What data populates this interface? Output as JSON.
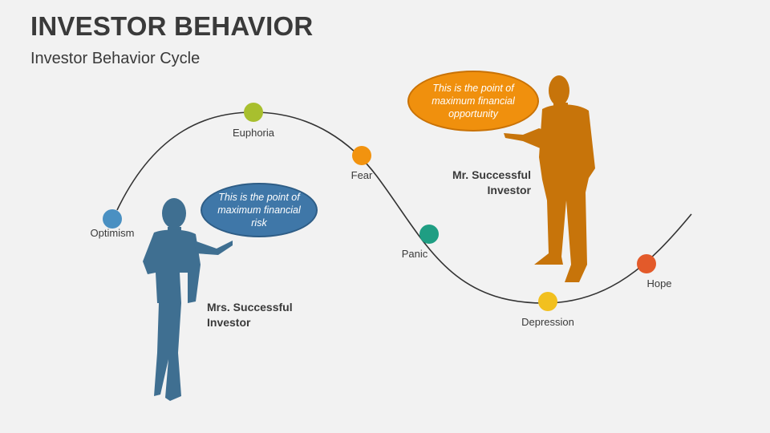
{
  "header": {
    "title": "INVESTOR BEHAVIOR",
    "subtitle": "Investor Behavior Cycle"
  },
  "stages": [
    {
      "name": "Optimism",
      "color": "#4a90c2"
    },
    {
      "name": "Euphoria",
      "color": "#a8bf2e"
    },
    {
      "name": "Fear",
      "color": "#f2930f"
    },
    {
      "name": "Panic",
      "color": "#1f9e83"
    },
    {
      "name": "Depression",
      "color": "#f2c01f"
    },
    {
      "name": "Hope",
      "color": "#e35a2a"
    }
  ],
  "callouts": {
    "risk": {
      "text": "This is the point of maximum financial risk",
      "color": "#3f77a8"
    },
    "opportunity": {
      "text": "This is the point of maximum financial opportunity",
      "color": "#f0900d"
    }
  },
  "investors": {
    "female": {
      "label": "Mrs. Successful Investor",
      "color": "#3f6f91"
    },
    "male": {
      "label": "Mr. Successful Investor",
      "color": "#c7740a"
    }
  }
}
